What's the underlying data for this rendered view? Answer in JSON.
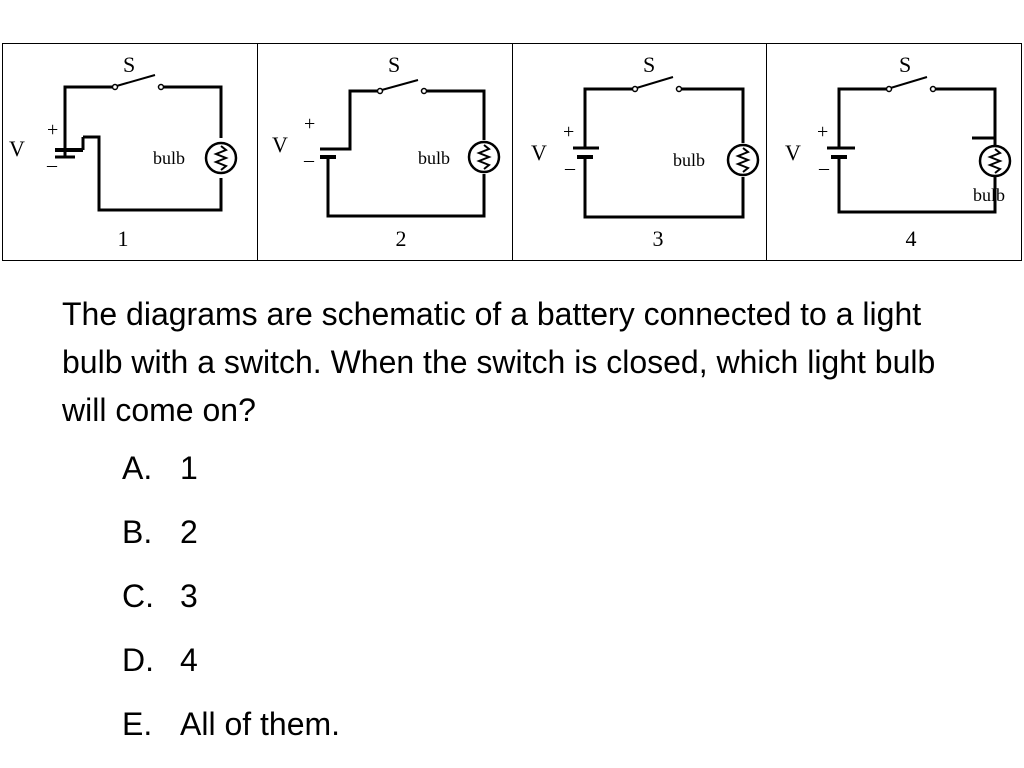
{
  "diagrams": [
    {
      "number": "1",
      "switch_label": "S",
      "voltage_label": "V",
      "plus_sign": "+",
      "minus_sign": "–",
      "bulb_label": "bulb"
    },
    {
      "number": "2",
      "switch_label": "S",
      "voltage_label": "V",
      "plus_sign": "+",
      "minus_sign": "–",
      "bulb_label": "bulb"
    },
    {
      "number": "3",
      "switch_label": "S",
      "voltage_label": "V",
      "plus_sign": "+",
      "minus_sign": "–",
      "bulb_label": "bulb"
    },
    {
      "number": "4",
      "switch_label": "S",
      "voltage_label": "V",
      "plus_sign": "+",
      "minus_sign": "–",
      "bulb_label": "bulb"
    }
  ],
  "question": "The diagrams are schematic of a battery connected to a light bulb with a switch. When the switch is closed, which light bulb will come on?",
  "options": [
    {
      "letter": "A.",
      "text": "1"
    },
    {
      "letter": "B.",
      "text": "2"
    },
    {
      "letter": "C.",
      "text": "3"
    },
    {
      "letter": "D.",
      "text": "4"
    },
    {
      "letter": "E.",
      "text": "All of them."
    }
  ]
}
